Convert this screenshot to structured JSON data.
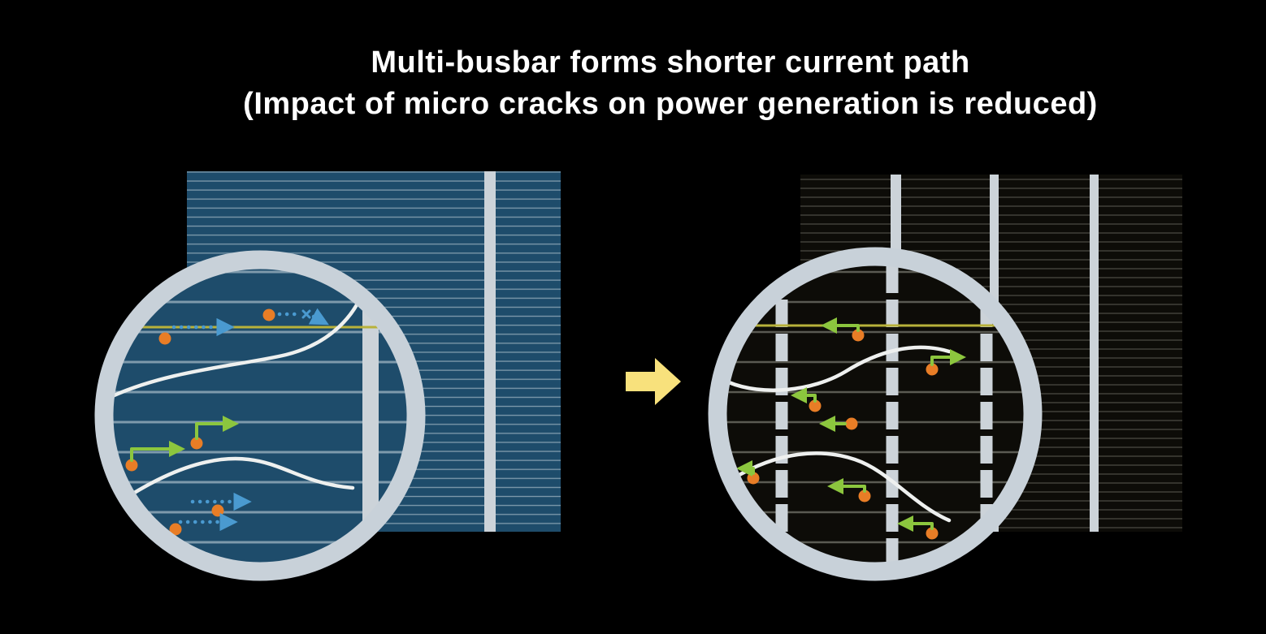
{
  "title": {
    "line1": "Multi-busbar forms shorter current path",
    "line2": "(Impact of micro cracks on power generation is reduced)"
  },
  "diagram": {
    "left_panel": {
      "type": "conventional-busbar-cell",
      "busbars_visible": 2,
      "magnifier": true
    },
    "right_panel": {
      "type": "multi-busbar-cell",
      "busbars_visible": 3,
      "magnifier": true
    },
    "transition_arrow_direction": "right"
  },
  "colors": {
    "background": "#000000",
    "title_text": "#ffffff",
    "cell_left": "#1e4c6b",
    "cell_right": "#0d0c08",
    "finger_left": "#7e9aac",
    "finger_right": "#5a5a52",
    "busbar": "#ccd3d9",
    "ring": "#c8d1d9",
    "crack": "#eef0ef",
    "electron": "#e87d26",
    "path_long": "#4a9ad0",
    "path_short": "#8cc63e",
    "highlight_line": "#b8b23a",
    "arrow": "#f8e17c"
  }
}
